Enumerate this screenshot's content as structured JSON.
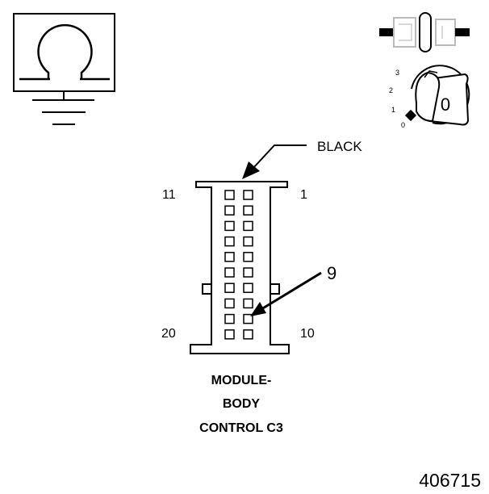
{
  "connector": {
    "color_label": "BLACK",
    "pin_labels": {
      "top_left": "11",
      "top_right": "1",
      "bottom_left": "20",
      "bottom_right": "10"
    },
    "callout_pin": "9",
    "pin_rows": 10,
    "pin_columns": 2
  },
  "title": {
    "line1": "MODULE-",
    "line2": "BODY",
    "line3": "CONTROL C3"
  },
  "ignition_positions": [
    "0",
    "1",
    "2",
    "3"
  ],
  "key_label": "0",
  "figure_number": "406715",
  "icons": [
    "ohmmeter-ground-icon",
    "connector-disconnect-icon",
    "ignition-key-icon"
  ]
}
